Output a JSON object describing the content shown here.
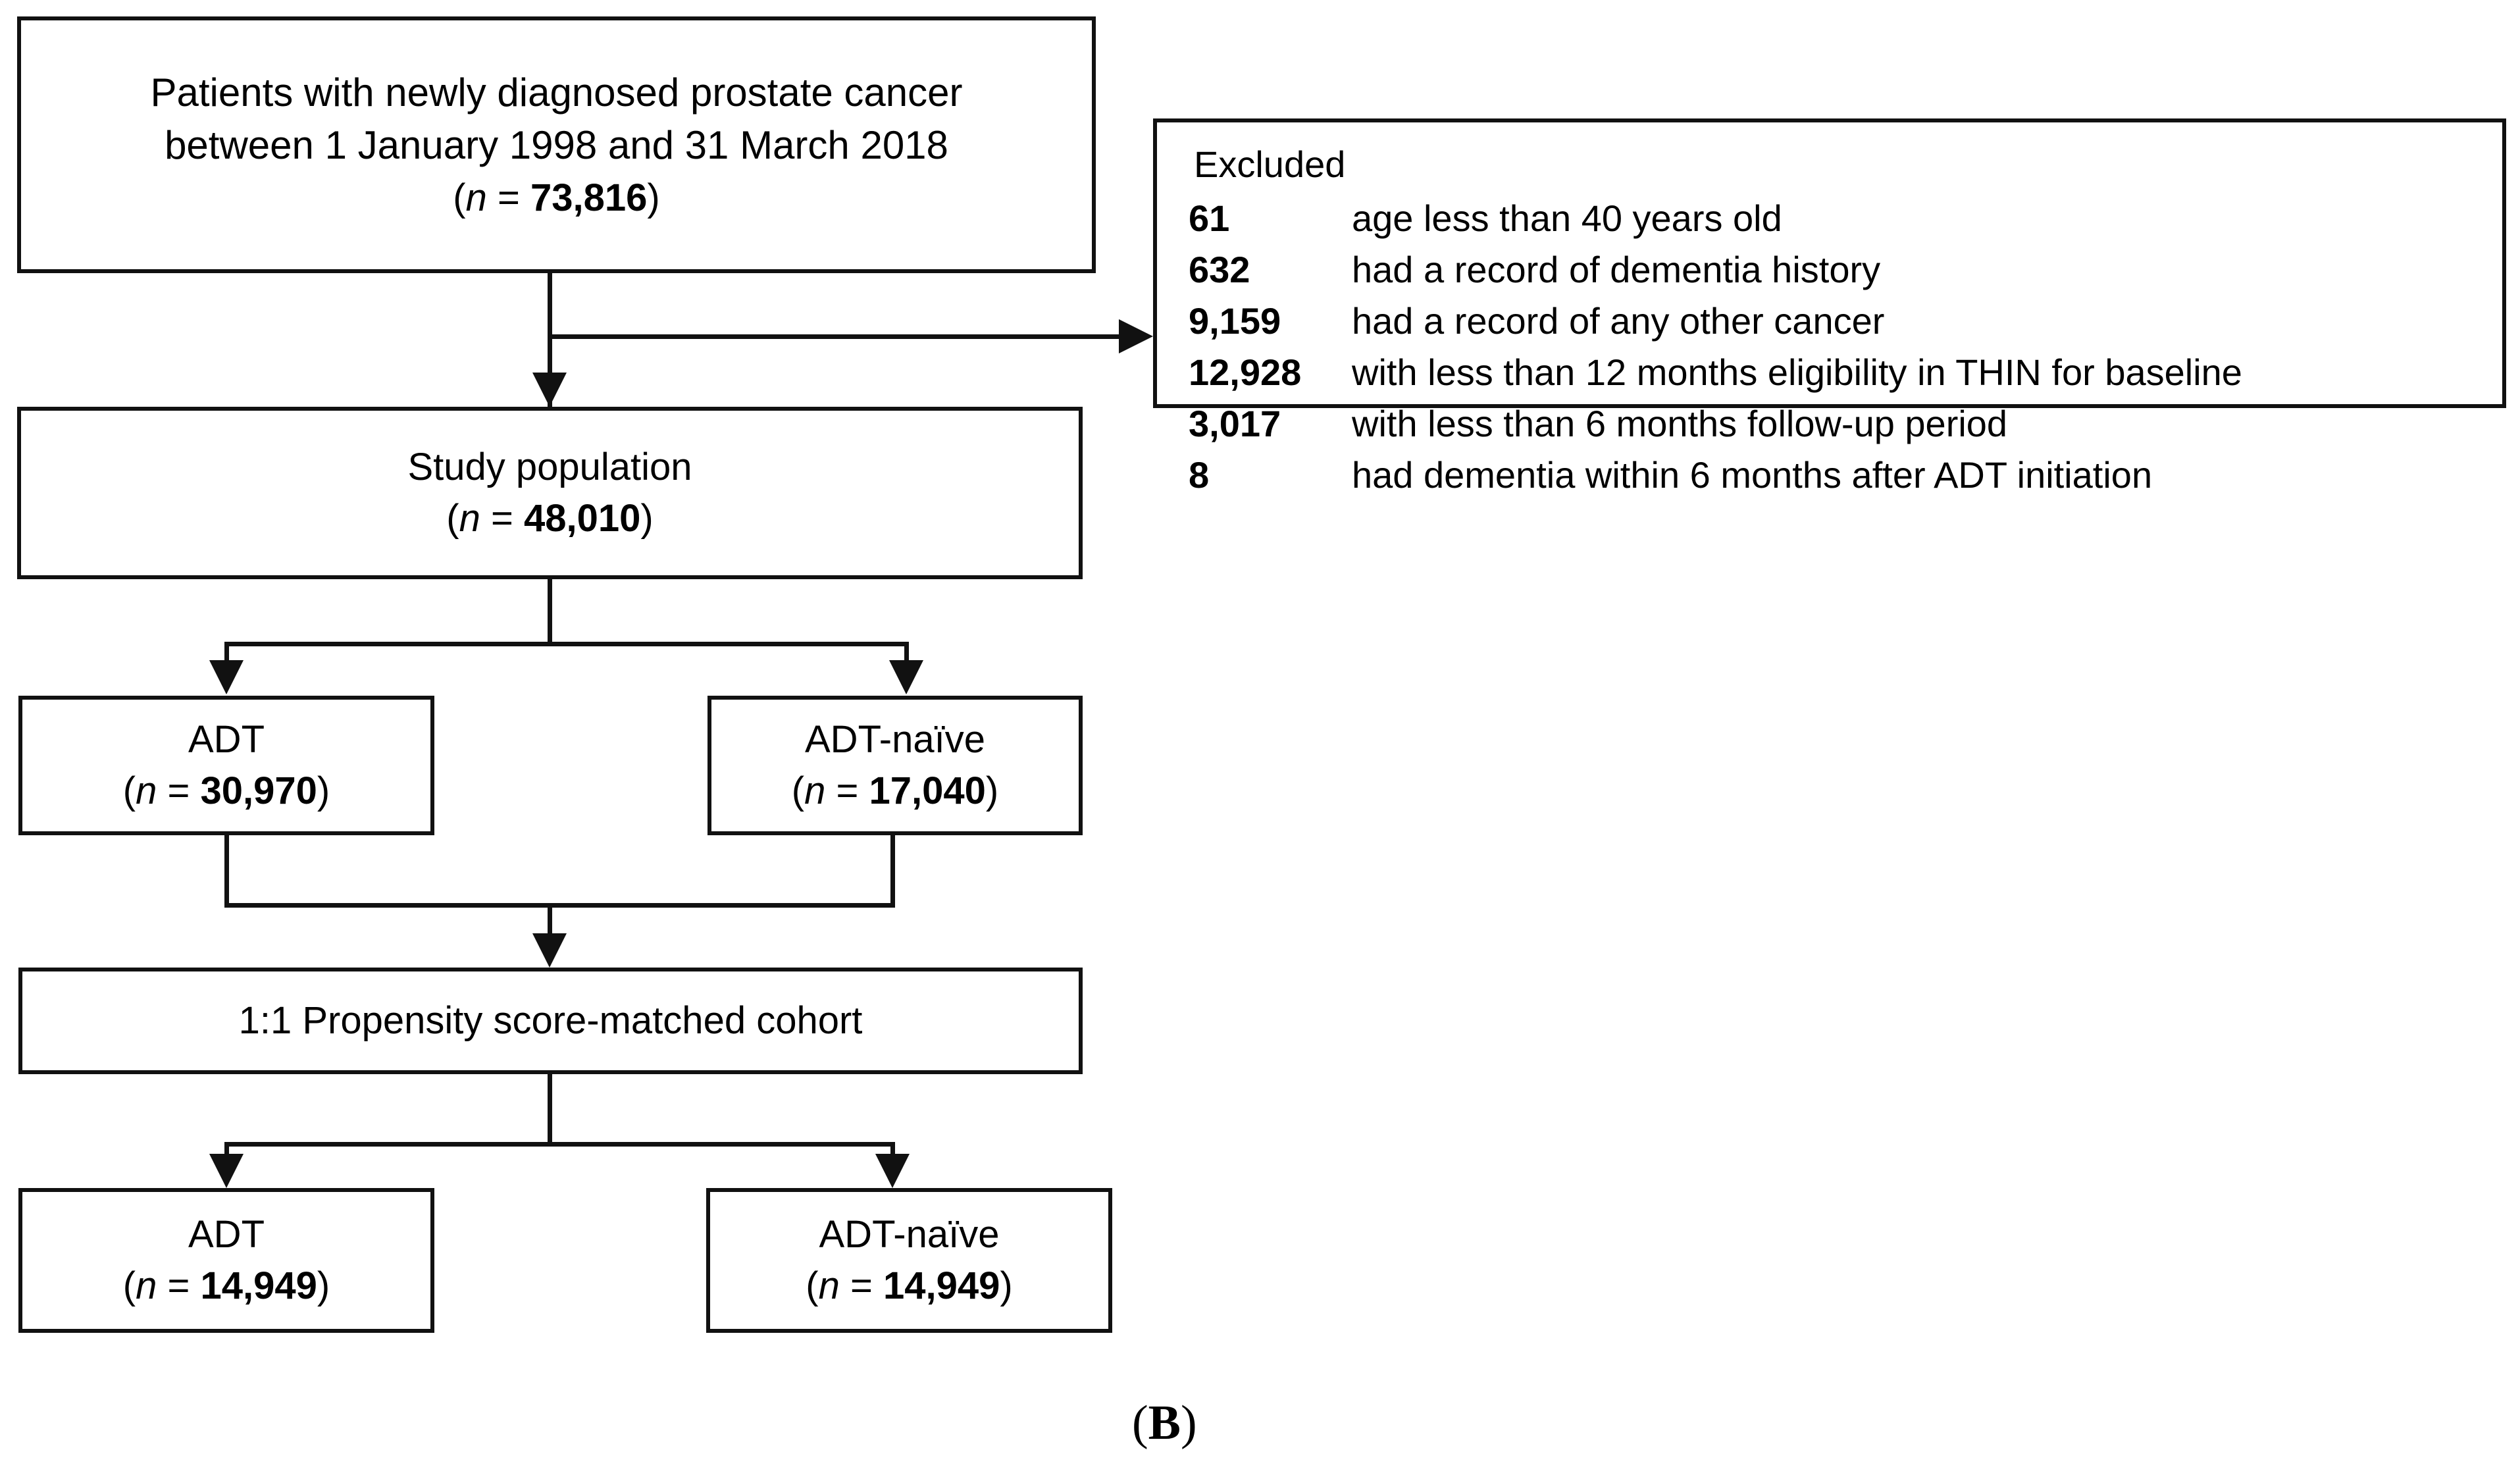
{
  "figure": {
    "panel_label_open": "(",
    "panel_label_letter": "B",
    "panel_label_close": ")"
  },
  "boxes": {
    "source_population": {
      "line1": "Patients with newly diagnosed prostate cancer",
      "line2": "between 1 January  1998 and 31 March  2018",
      "n_open": "(",
      "n_symbol": "n",
      "n_eq": " = ",
      "n_value": "73,816",
      "n_close": ")"
    },
    "study_population": {
      "line1": "Study population",
      "n_open": "(",
      "n_symbol": "n",
      "n_eq": " = ",
      "n_value": "48,010",
      "n_close": ")"
    },
    "adt_unmatched": {
      "line1": "ADT",
      "n_open": "(",
      "n_symbol": "n",
      "n_eq": " = ",
      "n_value": "30,970",
      "n_close": ")"
    },
    "adt_naive_unmatched": {
      "line1": "ADT-naïve",
      "n_open": "(",
      "n_symbol": "n",
      "n_eq": " = ",
      "n_value": "17,040",
      "n_close": ")"
    },
    "matched_cohort": {
      "line1": "1:1 Propensity score-matched cohort"
    },
    "adt_matched": {
      "line1": "ADT",
      "n_open": "(",
      "n_symbol": "n",
      "n_eq": " = ",
      "n_value": "14,949",
      "n_close": ")"
    },
    "adt_naive_matched": {
      "line1": "ADT-naïve",
      "n_open": "(",
      "n_symbol": "n",
      "n_eq": " = ",
      "n_value": "14,949",
      "n_close": ")"
    }
  },
  "excluded": {
    "title": "Excluded",
    "rows": [
      {
        "count": "61",
        "desc": "age less than 40 years old"
      },
      {
        "count": "632",
        "desc": "had a record of dementia history"
      },
      {
        "count": "9,159",
        "desc": "had a record of any other cancer"
      },
      {
        "count": "12,928",
        "desc": "with less than 12 months eligibility in THIN for baseline"
      },
      {
        "count": "3,017",
        "desc": "with less than 6 months follow-up period"
      },
      {
        "count": "8",
        "desc": "had dementia within 6 months after ADT initiation"
      }
    ]
  },
  "colors": {
    "stroke": "#111111",
    "fill": "#ffffff",
    "text": "#000000"
  }
}
